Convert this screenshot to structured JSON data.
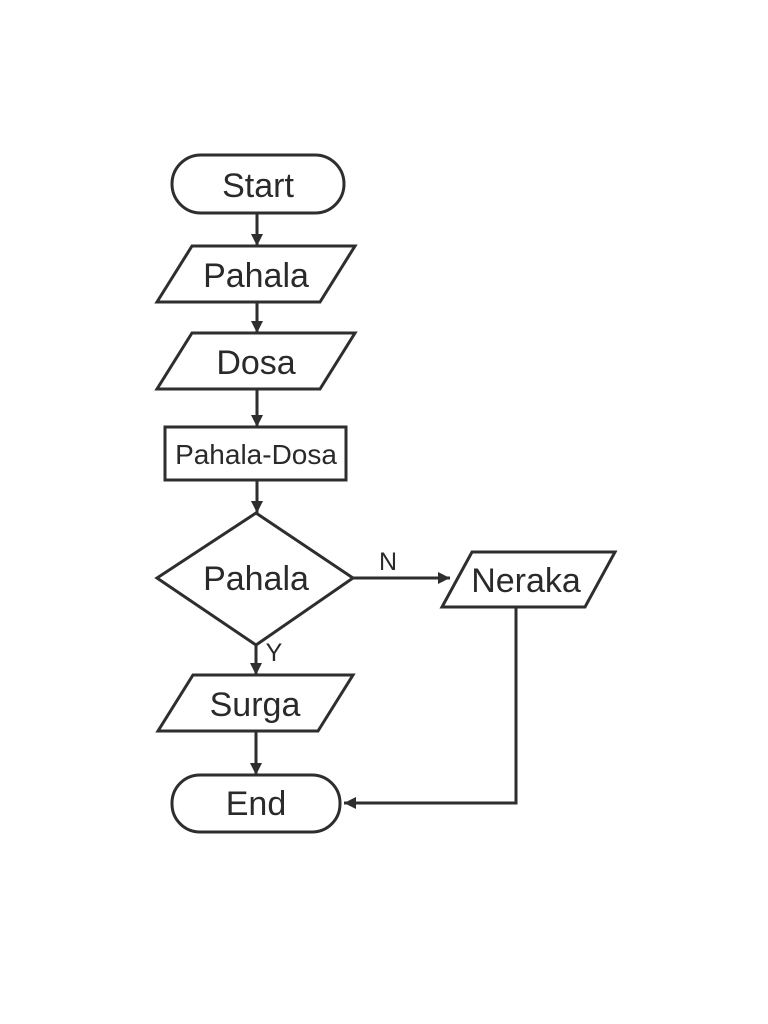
{
  "colors": {
    "stroke": "#2e2e2e",
    "text": "#2a2a2a",
    "background": "#ffffff"
  },
  "flowchart": {
    "nodes": {
      "start": {
        "type": "terminator",
        "label": "Start"
      },
      "input_pahala": {
        "type": "input-output",
        "label": "Pahala"
      },
      "input_dosa": {
        "type": "input-output",
        "label": "Dosa"
      },
      "process_pahala_dosa": {
        "type": "process",
        "label": "Pahala-Dosa"
      },
      "decision_pahala": {
        "type": "decision",
        "label": "Pahala"
      },
      "output_neraka": {
        "type": "input-output",
        "label": "Neraka"
      },
      "output_surga": {
        "type": "input-output",
        "label": "Surga"
      },
      "end": {
        "type": "terminator",
        "label": "End"
      }
    },
    "edges": {
      "start_to_input_pahala": {
        "from": "start",
        "to": "input_pahala",
        "label": ""
      },
      "input_pahala_to_input_dosa": {
        "from": "input_pahala",
        "to": "input_dosa",
        "label": ""
      },
      "input_dosa_to_process": {
        "from": "input_dosa",
        "to": "process_pahala_dosa",
        "label": ""
      },
      "process_to_decision": {
        "from": "process_pahala_dosa",
        "to": "decision_pahala",
        "label": ""
      },
      "decision_no": {
        "from": "decision_pahala",
        "to": "output_neraka",
        "label": "N"
      },
      "decision_yes": {
        "from": "decision_pahala",
        "to": "output_surga",
        "label": "Y"
      },
      "output_surga_to_end": {
        "from": "output_surga",
        "to": "end",
        "label": ""
      },
      "output_neraka_to_end": {
        "from": "output_neraka",
        "to": "end",
        "label": ""
      }
    }
  }
}
